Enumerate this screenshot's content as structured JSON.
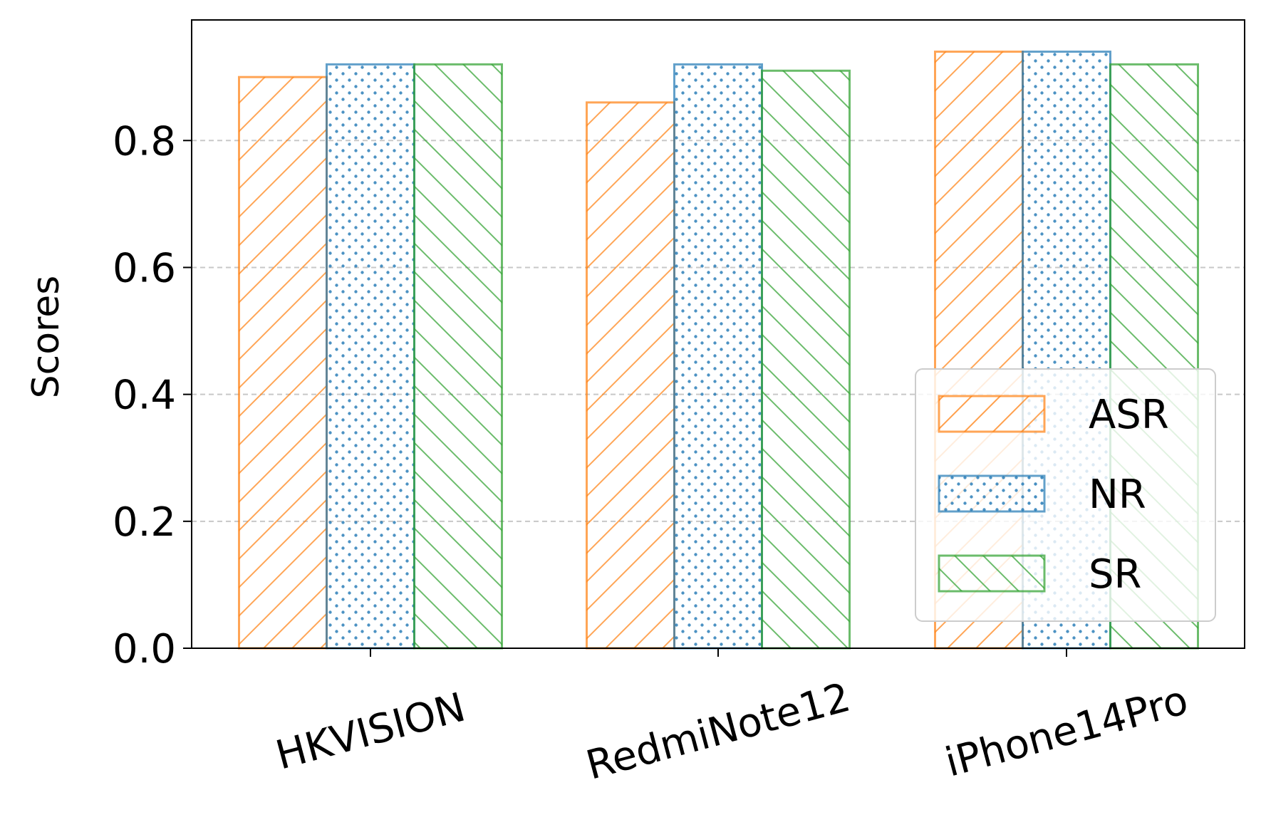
{
  "chart_data": {
    "type": "bar",
    "categories": [
      "HKVISION",
      "RedmiNote12",
      "iPhone14Pro"
    ],
    "series": [
      {
        "name": "ASR",
        "values": [
          0.9,
          0.86,
          0.94
        ],
        "color": "#ff7f0e",
        "pattern": "forward-hatch"
      },
      {
        "name": "NR",
        "values": [
          0.92,
          0.92,
          0.94
        ],
        "color": "#1f77b4",
        "pattern": "dots"
      },
      {
        "name": "SR",
        "values": [
          0.92,
          0.91,
          0.92
        ],
        "color": "#2ca02c",
        "pattern": "back-hatch"
      }
    ],
    "title": "",
    "xlabel": "",
    "ylabel": "Scores",
    "ylim": [
      0,
      0.99
    ],
    "yticks": [
      "0.0",
      "0.2",
      "0.4",
      "0.6",
      "0.8"
    ],
    "grid": "y-dashed",
    "legend_position": "bottom-right"
  }
}
